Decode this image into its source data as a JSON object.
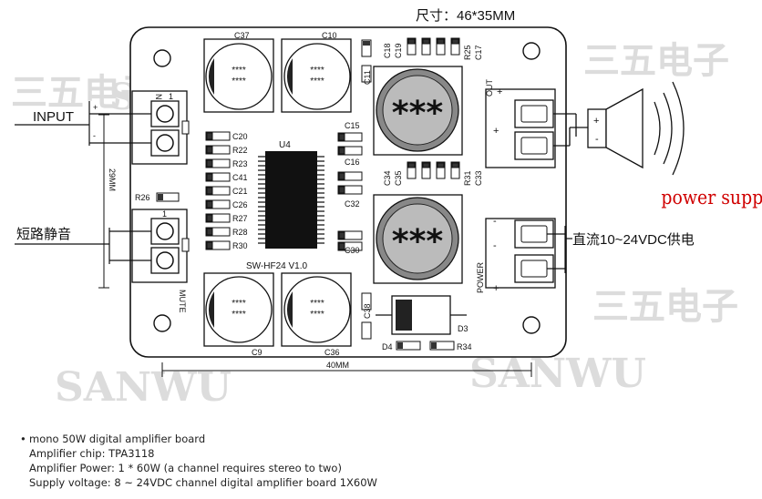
{
  "board": {
    "size_label": "尺寸：46*35MM",
    "model": "SW-HF24 V1.0",
    "chip": "U4",
    "width_dim": "40MM",
    "height_dim": "29MM",
    "watermark_cn": "三五电子",
    "watermark_en": "SANWU"
  },
  "labels": {
    "input": "INPUT",
    "mute": "短路静音",
    "power_supply": "power supply",
    "power_dc": "直流10~24VDC供电",
    "out": "OUT",
    "power": "POWER",
    "mute_pcb": "MUTE",
    "inductor_mark": "***",
    "pin_n": "N",
    "pin_1": "1"
  },
  "components": {
    "caps_top": [
      "C37",
      "C10"
    ],
    "caps_bottom": [
      "C9",
      "C36"
    ],
    "c11": "C11",
    "c38": "C38",
    "top_small": [
      "C18",
      "C19",
      "R25",
      "C17"
    ],
    "mid_small": [
      "C34",
      "C35",
      "R31",
      "C33"
    ],
    "left_col": [
      "C20",
      "R22",
      "R23",
      "C41",
      "C21",
      "C26",
      "R27",
      "R28",
      "R30"
    ],
    "right_col": [
      "C15",
      "C16",
      "C32",
      "C30"
    ],
    "r26": "R26",
    "d3": "D3",
    "d4": "D4",
    "r34": "R34"
  },
  "description": {
    "title": "mono 50W digital amplifier board",
    "lines": [
      "Amplifier chip: TPA3118",
      "Amplifier Power: 1 * 60W (a channel requires stereo to two)",
      "Supply voltage: 8 ~ 24VDC channel digital amplifier board 1X60W"
    ]
  }
}
